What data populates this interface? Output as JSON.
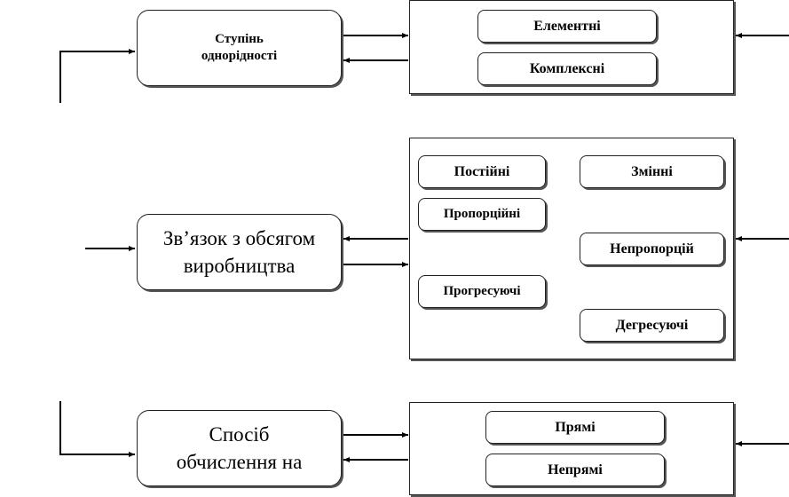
{
  "diagram": {
    "section_1": {
      "main": [
        "Ступінь",
        "однорідності"
      ],
      "items": [
        "Елементні",
        "Комплексні"
      ]
    },
    "section_2": {
      "main": [
        "Зв’язок з обсягом",
        "виробництва"
      ],
      "items": {
        "constant": "Постійні",
        "variable": "Змінні",
        "proportional": "Пропорційні",
        "nonproportional": "Непропорцій",
        "progressive": "Прогресуючі",
        "degressive": "Дегресуючі"
      }
    },
    "section_3": {
      "main": [
        "Спосіб",
        "обчислення на"
      ],
      "items": [
        "Прямі",
        "Непрямі"
      ]
    }
  }
}
